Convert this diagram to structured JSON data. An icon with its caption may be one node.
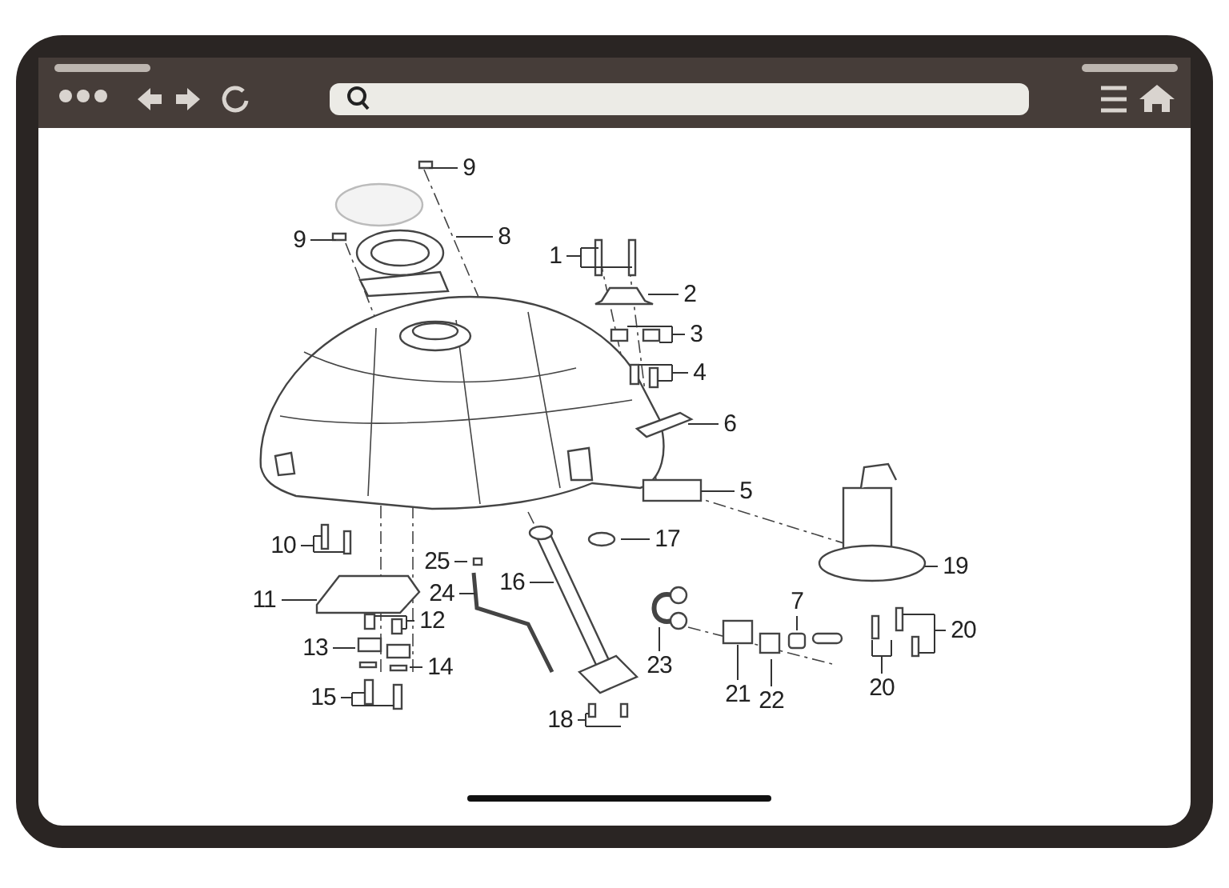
{
  "diagram": {
    "nodes": [
      {
        "text": [
          "9"
        ]
      },
      {
        "text": [
          "8"
        ]
      },
      {
        "text": [
          "9"
        ]
      },
      {
        "text": [
          "1"
        ]
      },
      {
        "text": [
          "2"
        ]
      },
      {
        "text": [
          "3"
        ]
      },
      {
        "text": [
          "4"
        ]
      },
      {
        "text": [
          "6"
        ]
      },
      {
        "text": [
          "5"
        ]
      },
      {
        "text": [
          "17"
        ]
      },
      {
        "text": [
          "10"
        ]
      },
      {
        "text": [
          "25"
        ]
      },
      {
        "text": [
          "19"
        ]
      },
      {
        "text": [
          "16"
        ]
      },
      {
        "text": [
          "24"
        ]
      },
      {
        "text": [
          "11"
        ]
      },
      {
        "text": [
          "7"
        ]
      },
      {
        "text": [
          "12"
        ]
      },
      {
        "text": [
          "20"
        ]
      },
      {
        "text": [
          "13"
        ]
      },
      {
        "text": [
          "23"
        ]
      },
      {
        "text": [
          "14"
        ]
      },
      {
        "text": [
          "20"
        ]
      },
      {
        "text": [
          "21"
        ]
      },
      {
        "text": [
          "15"
        ]
      },
      {
        "text": [
          "22"
        ]
      },
      {
        "text": [
          "18"
        ]
      }
    ],
    "edges": [
      {
        "from": 0,
        "to": null,
        "arrow": "none"
      },
      {
        "from": 1,
        "to": null,
        "arrow": "none"
      },
      {
        "from": 2,
        "to": null,
        "arrow": "none"
      },
      {
        "from": 3,
        "to": null,
        "arrow": "none"
      },
      {
        "from": 4,
        "to": null,
        "arrow": "none"
      },
      {
        "from": 5,
        "to": null,
        "arrow": "none"
      },
      {
        "from": 6,
        "to": null,
        "arrow": "none"
      },
      {
        "from": 7,
        "to": null,
        "arrow": "none"
      },
      {
        "from": 8,
        "to": null,
        "arrow": "none"
      },
      {
        "from": 9,
        "to": null,
        "arrow": "none"
      },
      {
        "from": 10,
        "to": null,
        "arrow": "none"
      },
      {
        "from": 11,
        "to": null,
        "arrow": "none"
      },
      {
        "from": 12,
        "to": null,
        "arrow": "none"
      },
      {
        "from": 13,
        "to": null,
        "arrow": "none"
      },
      {
        "from": 14,
        "to": null,
        "arrow": "none"
      },
      {
        "from": 15,
        "to": null,
        "arrow": "none"
      },
      {
        "from": 16,
        "to": null,
        "arrow": "none"
      },
      {
        "from": 17,
        "to": null,
        "arrow": "none"
      },
      {
        "from": 18,
        "to": null,
        "arrow": "none"
      },
      {
        "from": 19,
        "to": null,
        "arrow": "none"
      },
      {
        "from": 20,
        "to": null,
        "arrow": "none"
      },
      {
        "from": 21,
        "to": null,
        "arrow": "none"
      },
      {
        "from": 22,
        "to": null,
        "arrow": "none"
      },
      {
        "from": 23,
        "to": null,
        "arrow": "none"
      },
      {
        "from": 24,
        "to": null,
        "arrow": "none"
      },
      {
        "from": 25,
        "to": null,
        "arrow": "none"
      },
      {
        "from": 26,
        "to": null,
        "arrow": "none"
      }
    ]
  }
}
